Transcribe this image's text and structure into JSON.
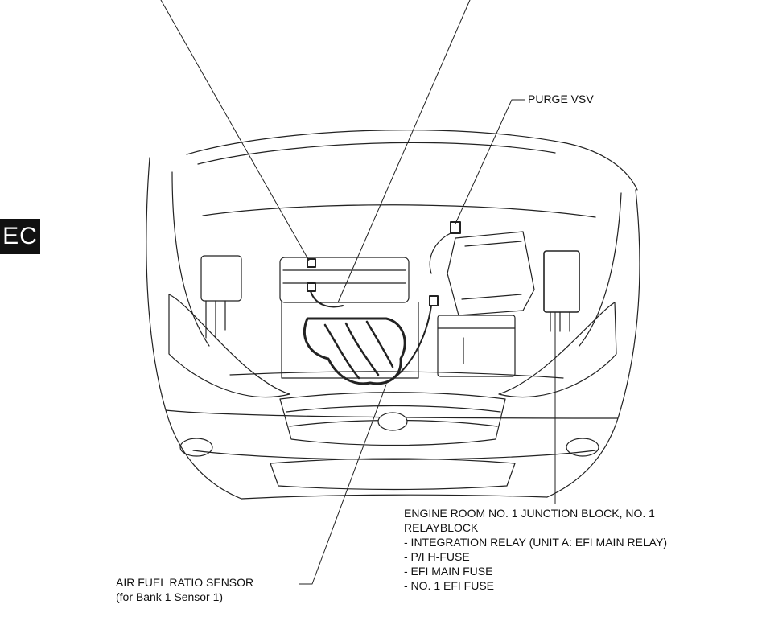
{
  "section_tab": "EC",
  "labels": {
    "purge_vsv": "PURGE VSV",
    "air_fuel_ratio_sensor": {
      "line1": "AIR FUEL RATIO SENSOR",
      "line2": "(for Bank 1 Sensor 1)"
    },
    "engine_room_block": {
      "line1": "ENGINE ROOM NO. 1 JUNCTION BLOCK, NO. 1",
      "line2": "RELAYBLOCK",
      "items": [
        "- INTEGRATION RELAY (UNIT A: EFI MAIN RELAY)",
        "- P/I H-FUSE",
        "- EFI MAIN FUSE",
        "- NO. 1 EFI FUSE"
      ]
    }
  }
}
